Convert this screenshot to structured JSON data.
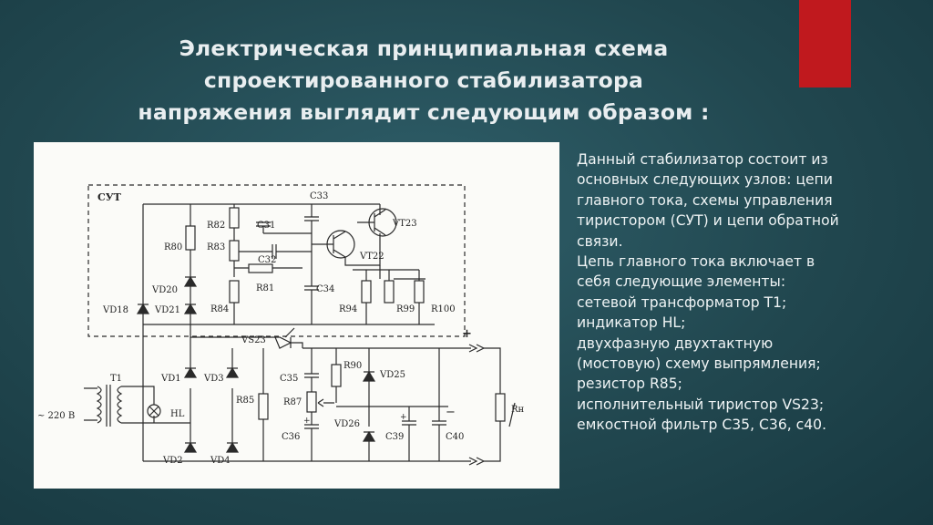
{
  "slide": {
    "title_lines": [
      "Электрическая принципиальная схема",
      "спроектированного стабилизатора",
      "напряжения выглядит следующим образом :"
    ],
    "colors": {
      "background": "#21474f",
      "accent": "#c0191e",
      "text": "#eef3f4"
    }
  },
  "description": {
    "lines": [
      "Данный стабилизатор состоит из",
      "основных следующих узлов: цепи",
      "главного тока, схемы управления",
      "тиристором (СУТ) и цепи обратной",
      "связи.",
      "Цепь главного тока включает в",
      "себя следующие элементы:",
      "сетевой трансформатор Т1;",
      "индикатор HL;",
      "двухфазную двухтактную",
      "(мостовую) схему выпрямления;",
      "резистор R85;",
      "исполнительный тиристор VS23;",
      "емкостной фильтр С35, С36, с40."
    ]
  },
  "schematic": {
    "block_label": "СУТ",
    "labels": {
      "c33": "C33",
      "vt23": "VT23",
      "r82": "R82",
      "c31": "C31",
      "r80": "R80",
      "r83": "R83",
      "c32": "C32",
      "vt22": "VT22",
      "r81": "R81",
      "c34": "C34",
      "vd20": "VD20",
      "vd18": "VD18",
      "vd21": "VD21",
      "r84": "R84",
      "r94": "R94",
      "r99": "R99",
      "r100": "R100",
      "vs23": "VS23",
      "plus": "+",
      "t1": "T1",
      "vd1": "VD1",
      "vd3": "VD3",
      "c35": "C35",
      "r90": "R90",
      "vd25": "VD25",
      "r87": "R87",
      "r85": "R85",
      "mains": "~ 220 В",
      "hl": "HL",
      "c36": "C36",
      "vd26": "VD26",
      "c39": "C39",
      "c40": "C40",
      "minus": "−",
      "vd2": "VD2",
      "vd4": "VD4",
      "rn": "Rн",
      "c36p": "+",
      "c39p": "+"
    }
  }
}
